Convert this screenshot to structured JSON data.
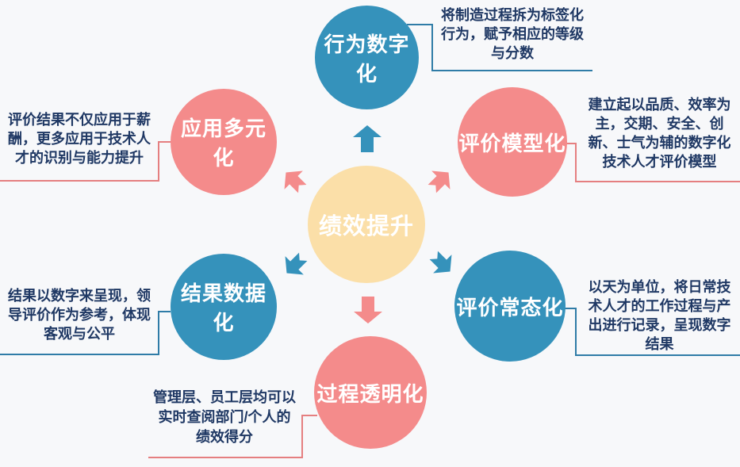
{
  "diagram": {
    "type": "radial-hub-diagram",
    "center": {
      "label": "绩效提升"
    },
    "nodes": [
      {
        "id": "top",
        "label": "行为数字化",
        "color": "blue",
        "description": "将制造过程拆为标签化\n行为，赋予相应的等级\n与分数"
      },
      {
        "id": "top-right",
        "label": "评价模型化",
        "color": "pink",
        "description": "建立起以品质、效率为\n主，交期、安全、创\n新、士气为辅的数字化\n技术人才评价模型"
      },
      {
        "id": "bottom-right",
        "label": "评价常态化",
        "color": "blue",
        "description": "以天为单位，将日常技\n术人才的工作过程与产\n出进行记录，呈现数字\n结果"
      },
      {
        "id": "bottom",
        "label": "过程透明化",
        "color": "pink",
        "description": "管理层、员工层均可以\n实时查阅部门/个人的\n绩效得分"
      },
      {
        "id": "bottom-left",
        "label": "结果数据化",
        "color": "blue",
        "description": "结果以数字来呈现，领\n导评价作为参考，体现\n客观与公平"
      },
      {
        "id": "top-left",
        "label": "应用多元化",
        "color": "pink",
        "description": "评价结果不仅应用于薪\n酬，更多应用于技术人\n才的识别与能力提升"
      }
    ],
    "colors": {
      "background": "#f7f8fa",
      "circle_blue": "#3592bb",
      "circle_pink": "#f48b8b",
      "circle_center": "#fbdfa8",
      "circle_text": "#ffffff",
      "description_text": "#1f3864",
      "connector_blue": "#2f7ca7",
      "connector_pink": "#e57f80"
    }
  }
}
